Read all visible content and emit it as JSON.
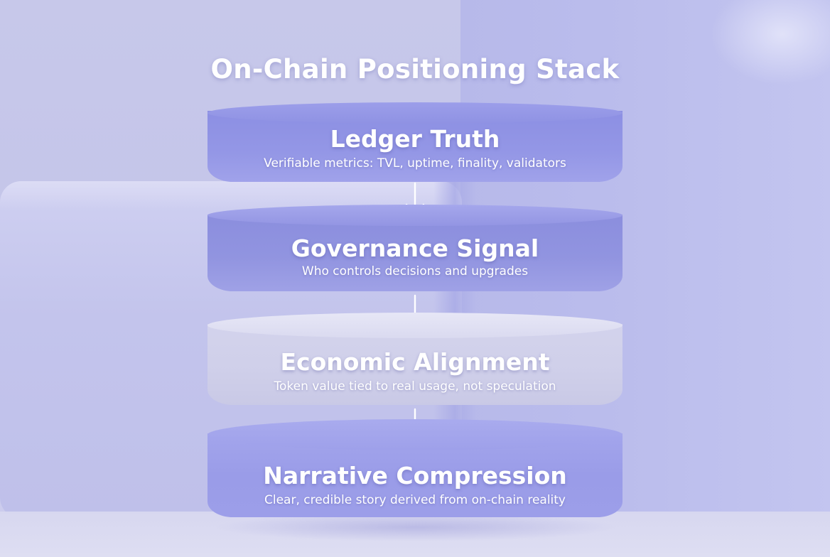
{
  "title": "On-Chain Positioning Stack",
  "layers": [
    {
      "title": "Ledger Truth",
      "description": "Verifiable metrics: TVL, uptime, finality, validators"
    },
    {
      "title": "Governance Signal",
      "description": "Who controls decisions and upgrades"
    },
    {
      "title": "Economic Alignment",
      "description": "Token value tied to real usage, not speculation"
    },
    {
      "title": "Narrative Compression",
      "description": "Clear, credible story derived from on-chain reality"
    }
  ],
  "colors": {
    "layer_primary": "#8c8fe3",
    "layer_highlight": "#d3d3ec",
    "background": "#c7c8ea",
    "text": "#ffffff"
  },
  "icons": {
    "connector": "arrow-down-icon"
  }
}
